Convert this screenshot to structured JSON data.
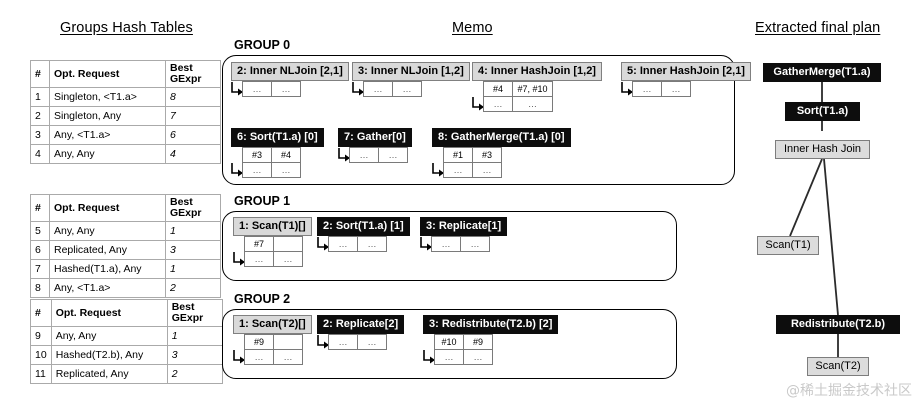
{
  "titles": {
    "hash_tables": "Groups Hash Tables",
    "memo": "Memo",
    "final_plan": "Extracted final plan"
  },
  "hash_tables": {
    "columns": [
      "#",
      "Opt. Request",
      "Best GExpr"
    ],
    "tables": [
      {
        "name": "group-0-hash-table",
        "rows": [
          [
            "1",
            "Singleton,  <T1.a>",
            "8"
          ],
          [
            "2",
            "Singleton, Any",
            "7"
          ],
          [
            "3",
            "Any,  <T1.a>",
            "6"
          ],
          [
            "4",
            "Any,  Any",
            "4"
          ]
        ]
      },
      {
        "name": "group-1-hash-table",
        "rows": [
          [
            "5",
            "Any, Any",
            "1"
          ],
          [
            "6",
            "Replicated, Any",
            "3"
          ],
          [
            "7",
            "Hashed(T1.a), Any",
            "1"
          ],
          [
            "8",
            "Any, <T1.a>",
            "2"
          ]
        ]
      },
      {
        "name": "group-2-hash-table",
        "rows": [
          [
            "9",
            "Any, Any",
            "1"
          ],
          [
            "10",
            "Hashed(T2.b), Any",
            "3"
          ],
          [
            "11",
            "Replicated, Any",
            "2"
          ]
        ]
      }
    ]
  },
  "memo": {
    "groups": [
      {
        "label": "GROUP 0",
        "gexprs": [
          {
            "label": "2: Inner NLJoin [2,1]",
            "style": "grey",
            "cells": [
              [
                "…",
                "…"
              ]
            ]
          },
          {
            "label": "3: Inner NLJoin [1,2]",
            "style": "grey",
            "cells": [
              [
                "…",
                "…"
              ]
            ]
          },
          {
            "label": "4: Inner HashJoin [1,2]",
            "style": "grey",
            "cells": [
              [
                "#4",
                "#7, #10"
              ],
              [
                "…",
                "…"
              ]
            ]
          },
          {
            "label": "5: Inner HashJoin [2,1]",
            "style": "grey",
            "cells": [
              [
                "…",
                "…"
              ]
            ]
          },
          {
            "label": "6: Sort(T1.a) [0]",
            "style": "dark",
            "cells": [
              [
                "#3",
                "#4"
              ],
              [
                "…",
                "…"
              ]
            ]
          },
          {
            "label": "7: Gather[0]",
            "style": "dark",
            "cells": [
              [
                "…",
                "…"
              ]
            ]
          },
          {
            "label": "8: GatherMerge(T1.a) [0]",
            "style": "dark",
            "cells": [
              [
                "#1",
                "#3"
              ],
              [
                "…",
                "…"
              ]
            ]
          }
        ]
      },
      {
        "label": "GROUP 1",
        "gexprs": [
          {
            "label": "1: Scan(T1)[]",
            "style": "grey",
            "cells": [
              [
                "#7",
                ""
              ],
              [
                "…",
                "…"
              ]
            ]
          },
          {
            "label": "2: Sort(T1.a) [1]",
            "style": "dark",
            "cells": [
              [
                "…",
                "…"
              ]
            ]
          },
          {
            "label": "3: Replicate[1]",
            "style": "dark",
            "cells": [
              [
                "…",
                "…"
              ]
            ]
          }
        ]
      },
      {
        "label": "GROUP 2",
        "gexprs": [
          {
            "label": "1: Scan(T2)[]",
            "style": "grey",
            "cells": [
              [
                "#9",
                ""
              ],
              [
                "…",
                "…"
              ]
            ]
          },
          {
            "label": "2: Replicate[2]",
            "style": "dark",
            "cells": [
              [
                "…",
                "…"
              ]
            ]
          },
          {
            "label": "3: Redistribute(T2.b) [2]",
            "style": "dark",
            "cells": [
              [
                "#10",
                "#9"
              ],
              [
                "…",
                "…"
              ]
            ]
          }
        ]
      }
    ]
  },
  "final_plan": {
    "nodes": [
      {
        "name": "plan-node-gathermerge",
        "label": "GatherMerge(T1.a)",
        "style": "dark"
      },
      {
        "name": "plan-node-sort",
        "label": "Sort(T1.a)",
        "style": "dark"
      },
      {
        "name": "plan-node-inner-hash-join",
        "label": "Inner Hash Join",
        "style": "light"
      },
      {
        "name": "plan-node-scan-t1",
        "label": "Scan(T1)",
        "style": "light"
      },
      {
        "name": "plan-node-redistribute",
        "label": "Redistribute(T2.b)",
        "style": "dark"
      },
      {
        "name": "plan-node-scan-t2",
        "label": "Scan(T2)",
        "style": "light"
      }
    ]
  },
  "watermark": {
    "text": "@稀土掘金技术社区"
  }
}
